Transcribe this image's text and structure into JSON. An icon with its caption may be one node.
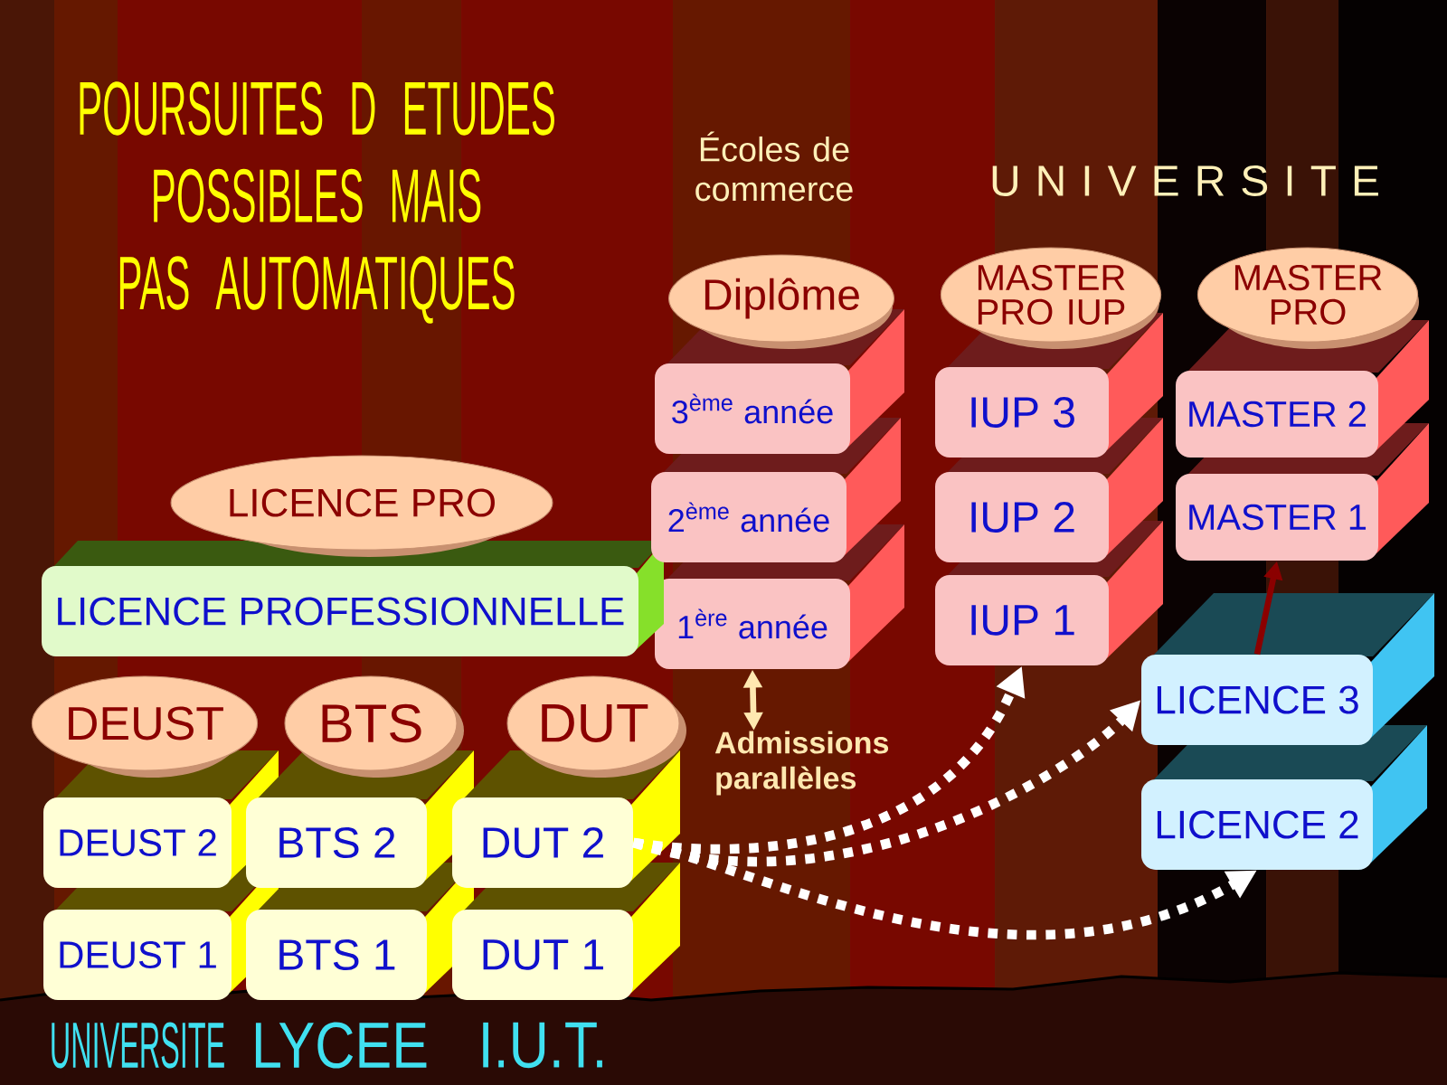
{
  "diagram": {
    "title": "POURSUITES D ETUDES POSSIBLES MAIS PAS AUTOMATIQUES",
    "nodes": [
      {
        "text": [
          "Diplôme"
        ]
      },
      {
        "text": [
          "3$^{ème}$ année"
        ]
      },
      {
        "text": [
          "2$^{ème}$ année"
        ]
      },
      {
        "text": [
          "1$^{ère}$ année"
        ]
      },
      {
        "text": [
          "MASTER PRO IUP"
        ]
      },
      {
        "text": [
          "IUP 3"
        ]
      },
      {
        "text": [
          "IUP 2"
        ]
      },
      {
        "text": [
          "IUP 1"
        ]
      },
      {
        "text": [
          "MASTER PRO"
        ]
      },
      {
        "text": [
          "MASTER 2"
        ]
      },
      {
        "text": [
          "MASTER 1"
        ]
      },
      {
        "text": [
          "LICENCE 3"
        ]
      },
      {
        "text": [
          "LICENCE 2"
        ]
      },
      {
        "text": [
          "LICENCE PRO"
        ]
      },
      {
        "text": [
          "LICENCE PROFESSIONNELLE"
        ]
      },
      {
        "text": [
          "DEUST"
        ]
      },
      {
        "text": [
          "BTS"
        ]
      },
      {
        "text": [
          "DUT"
        ]
      },
      {
        "text": [
          "DEUST 2"
        ]
      },
      {
        "text": [
          "BTS 2"
        ]
      },
      {
        "text": [
          "DUT 2"
        ]
      },
      {
        "text": [
          "DEUST 1"
        ]
      },
      {
        "text": [
          "BTS 1"
        ]
      },
      {
        "text": [
          "DUT 1"
        ]
      },
      {
        "text": [
          "Admissions parallèles"
        ]
      }
    ],
    "edges": [
      {
        "from": 24,
        "to": 3,
        "arrow": "both",
        "color": "#ffe8b0"
      },
      {
        "from": 20,
        "to": 7,
        "arrow": "to",
        "style": "dashed"
      },
      {
        "from": 20,
        "to": 11,
        "arrow": "to",
        "style": "dashed"
      },
      {
        "from": 20,
        "to": 12,
        "arrow": "to",
        "style": "dashed"
      },
      {
        "from": 11,
        "to": 10,
        "arrow": "to",
        "color": "#8b0000"
      }
    ],
    "labels": [
      "Écoles de commerce",
      "U N I V E R S I T E",
      "UNIVERSITE",
      "LYCEE",
      "I.U.T."
    ]
  }
}
